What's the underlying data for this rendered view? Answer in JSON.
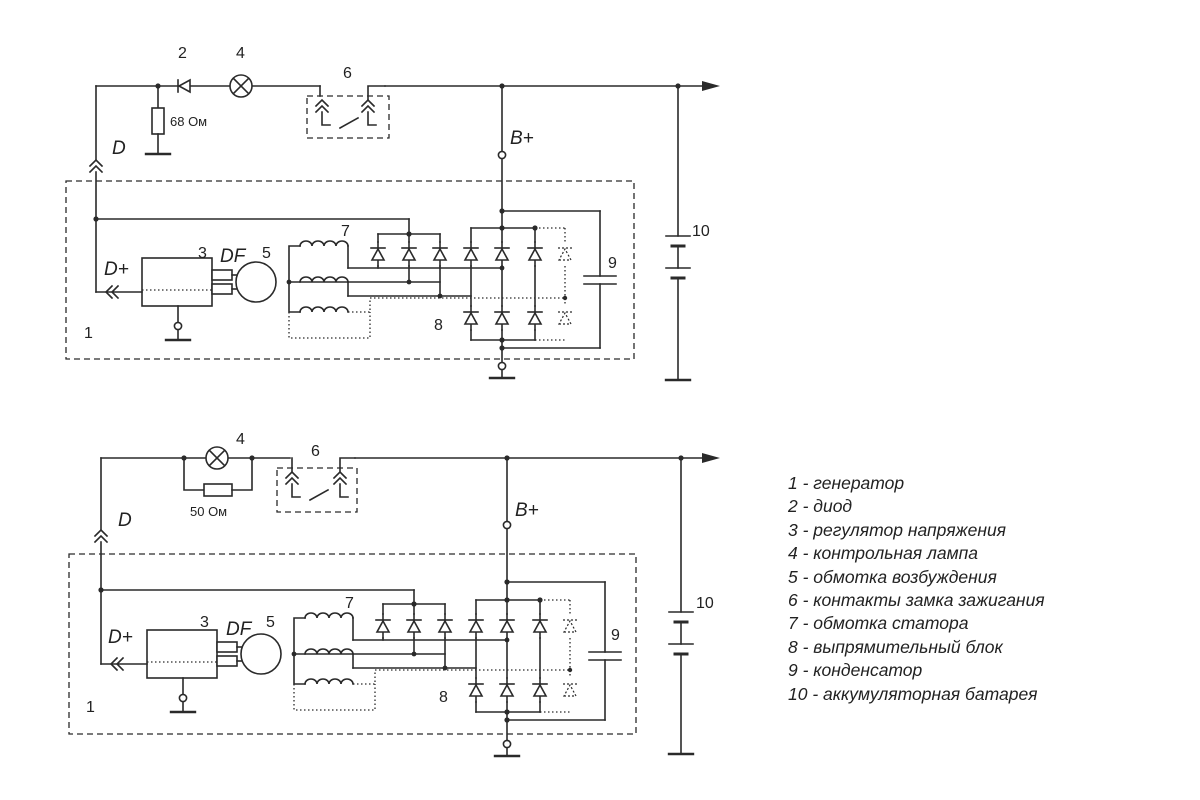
{
  "diagrams": [
    {
      "frame_label": "1",
      "diode_label": "2",
      "regulator_label": "3",
      "lamp_label": "4",
      "field_label": "5",
      "switch_label": "6",
      "stator_label": "7",
      "rectifier_label": "8",
      "capacitor_label": "9",
      "battery_label": "10",
      "resistor_value": "68 Ом",
      "terminal_d": "D",
      "terminal_dplus": "D+",
      "terminal_df": "DF",
      "terminal_bplus": "B+"
    },
    {
      "frame_label": "1",
      "regulator_label": "3",
      "lamp_label": "4",
      "field_label": "5",
      "switch_label": "6",
      "stator_label": "7",
      "rectifier_label": "8",
      "capacitor_label": "9",
      "battery_label": "10",
      "resistor_value": "50 Ом",
      "terminal_d": "D",
      "terminal_dplus": "D+",
      "terminal_df": "DF",
      "terminal_bplus": "B+"
    }
  ],
  "legend": [
    "1 - генератор",
    "2 - диод",
    "3 - регулятор напряжения",
    "4 - контрольная лампа",
    "5 - обмотка возбуждения",
    "6 - контакты замка  зажигания",
    "7 - обмотка статора",
    "8 - выпрямительный блок",
    "9 - конденсатор",
    "10 - аккумуляторная батарея"
  ]
}
